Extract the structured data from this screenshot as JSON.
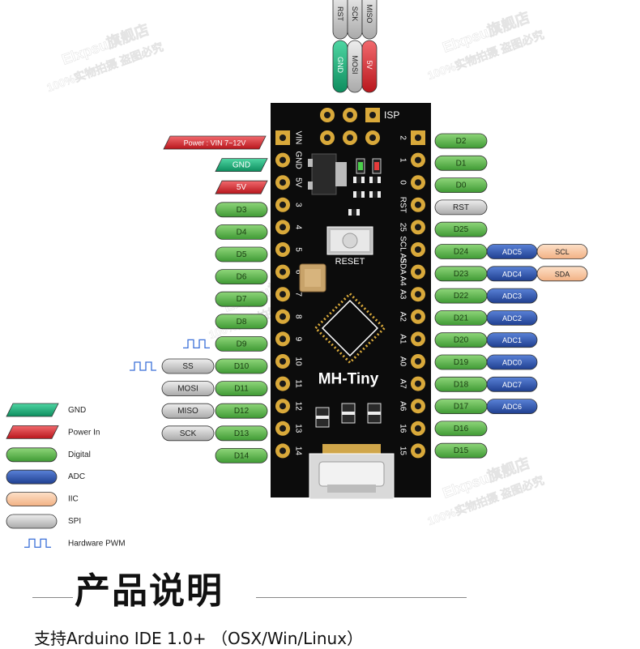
{
  "watermark": {
    "line1": "Elxpsu旗舰店",
    "line2": "100%实物拍摄 盗图必究"
  },
  "isp": {
    "label": "ISP",
    "top_tags": [
      "RST",
      "SCK",
      "MISO"
    ],
    "bottom_tags": [
      "GND",
      "MOSI",
      "5V"
    ]
  },
  "board": {
    "name": "MH-Tiny",
    "reset_label": "RESET",
    "left_silk": [
      "VIN",
      "GND",
      "5V",
      "3",
      "4",
      "5",
      "6",
      "7",
      "8",
      "9",
      "10",
      "11",
      "12",
      "13",
      "14"
    ],
    "right_silk": [
      "2",
      "1",
      "0",
      "RST",
      "25",
      "SCL A5",
      "SDA A4",
      "A3",
      "A2",
      "A1",
      "A0",
      "A7",
      "A6",
      "16",
      "15"
    ]
  },
  "left_labels": [
    {
      "digital": "Power : VIN  7~12V",
      "type": "power"
    },
    {
      "digital": "GND",
      "type": "gnd"
    },
    {
      "digital": "5V",
      "type": "power"
    },
    {
      "digital": "D3",
      "type": "digital"
    },
    {
      "digital": "D4",
      "type": "digital"
    },
    {
      "digital": "D5",
      "type": "digital"
    },
    {
      "digital": "D6",
      "type": "digital"
    },
    {
      "digital": "D7",
      "type": "digital"
    },
    {
      "digital": "D8",
      "type": "digital"
    },
    {
      "digital": "D9",
      "type": "digital",
      "pwm": true
    },
    {
      "digital": "D10",
      "type": "digital",
      "spi": "SS",
      "pwm": true
    },
    {
      "digital": "D11",
      "type": "digital",
      "spi": "MOSI"
    },
    {
      "digital": "D12",
      "type": "digital",
      "spi": "MISO"
    },
    {
      "digital": "D13",
      "type": "digital",
      "spi": "SCK"
    },
    {
      "digital": "D14",
      "type": "digital"
    }
  ],
  "right_labels": [
    {
      "digital": "D2",
      "type": "digital"
    },
    {
      "digital": "D1",
      "type": "digital"
    },
    {
      "digital": "D0",
      "type": "digital"
    },
    {
      "digital": "RST",
      "type": "spi"
    },
    {
      "digital": "D25",
      "type": "digital"
    },
    {
      "digital": "D24",
      "type": "digital",
      "adc": "ADC5",
      "iic": "SCL"
    },
    {
      "digital": "D23",
      "type": "digital",
      "adc": "ADC4",
      "iic": "SDA"
    },
    {
      "digital": "D22",
      "type": "digital",
      "adc": "ADC3"
    },
    {
      "digital": "D21",
      "type": "digital",
      "adc": "ADC2"
    },
    {
      "digital": "D20",
      "type": "digital",
      "adc": "ADC1"
    },
    {
      "digital": "D19",
      "type": "digital",
      "adc": "ADC0"
    },
    {
      "digital": "D18",
      "type": "digital",
      "adc": "ADC7"
    },
    {
      "digital": "D17",
      "type": "digital",
      "adc": "ADC6"
    },
    {
      "digital": "D16",
      "type": "digital"
    },
    {
      "digital": "D15",
      "type": "digital"
    }
  ],
  "legend": [
    {
      "label": "GND",
      "type": "gnd"
    },
    {
      "label": "Power In",
      "type": "power"
    },
    {
      "label": "Digital",
      "type": "digital"
    },
    {
      "label": "ADC",
      "type": "adc"
    },
    {
      "label": "IIC",
      "type": "iic"
    },
    {
      "label": "SPI",
      "type": "spi"
    },
    {
      "label": "Hardware PWM",
      "type": "pwm"
    }
  ],
  "colors": {
    "digital": "#5db84a",
    "adc": "#2e57b5",
    "iic": "#f8c7a2",
    "spi": "#c9c9c9",
    "gnd": "#16b27b",
    "power": "#e0333a",
    "board": "#0c0c0c",
    "pad": "#d9a93a"
  },
  "bottom": {
    "title": "产品说明",
    "desc": "支持Arduino IDE 1.0+ （OSX/Win/Linux）"
  }
}
